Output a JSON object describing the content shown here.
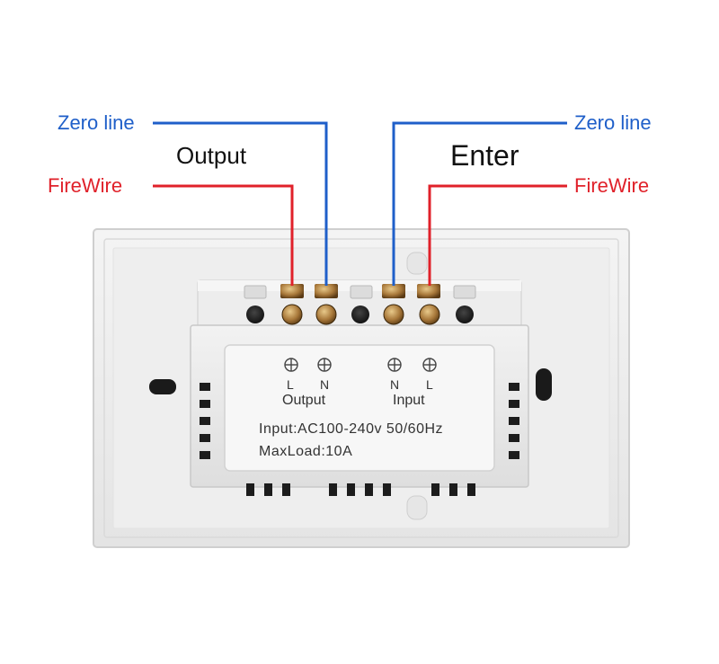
{
  "callouts": {
    "output_zero": "Zero line",
    "output_fire": "FireWire",
    "input_zero": "Zero line",
    "input_fire": "FireWire",
    "output_header": "Output",
    "input_header": "Enter"
  },
  "plate": {
    "out_l": "L",
    "out_n": "N",
    "out_caption": "Output",
    "in_n": "N",
    "in_l": "L",
    "in_caption": "Input",
    "spec_input": "Input:AC100-240v  50/60Hz",
    "spec_load": "MaxLoad:10A"
  },
  "colors": {
    "zero_wire": "#1f5fc9",
    "fire_wire": "#e0212a"
  }
}
